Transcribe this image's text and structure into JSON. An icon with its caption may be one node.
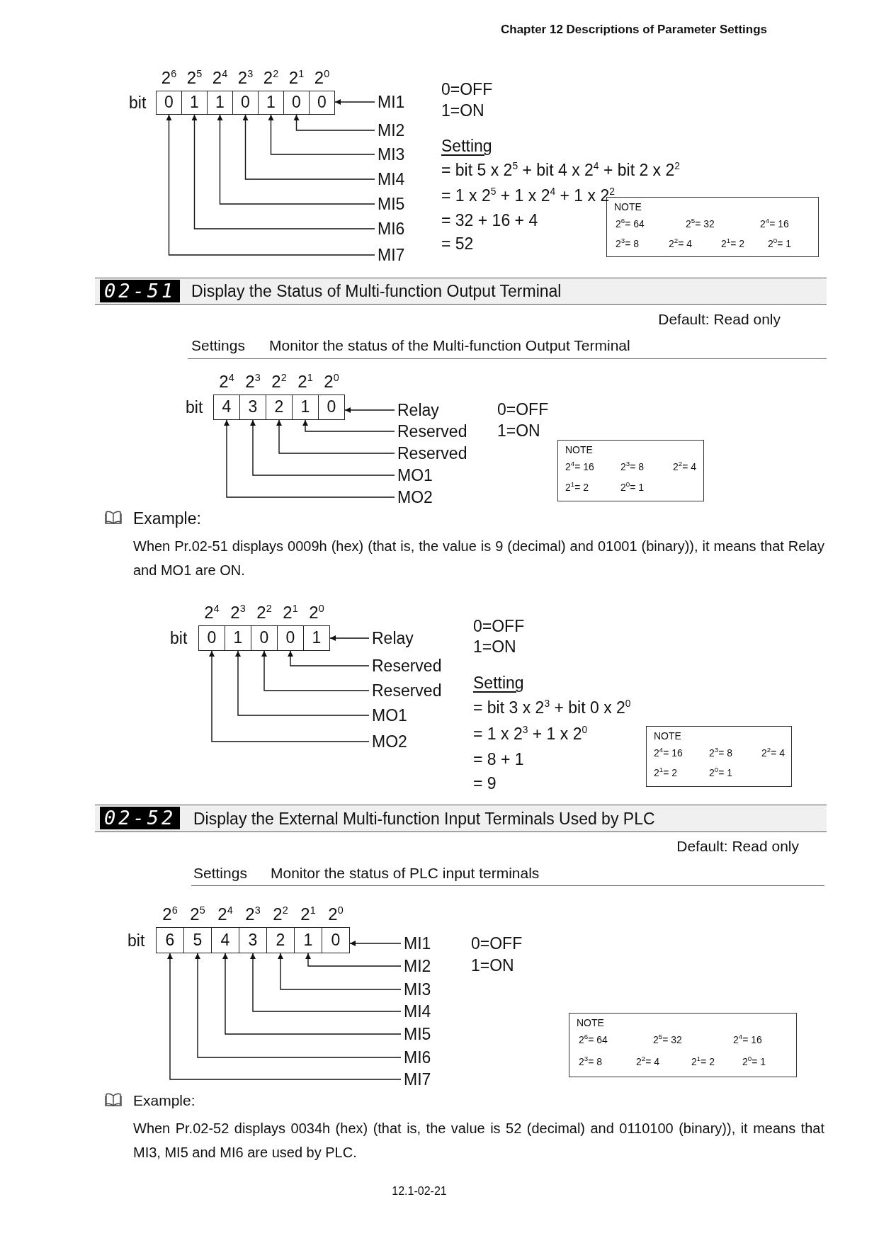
{
  "diagram": {
    "title": "Chapter 12 Descriptions of Parameter Settings",
    "nodes": [
      {
        "text": [
          "0"
        ]
      },
      {
        "text": [
          "1"
        ]
      },
      {
        "text": [
          "1"
        ]
      },
      {
        "text": [
          "0"
        ]
      },
      {
        "text": [
          "1"
        ]
      },
      {
        "text": [
          "0"
        ]
      },
      {
        "text": [
          "0"
        ]
      },
      {
        "text": [
          "MI1"
        ]
      },
      {
        "text": [
          "MI2"
        ]
      },
      {
        "text": [
          "MI3"
        ]
      },
      {
        "text": [
          "MI4"
        ]
      },
      {
        "text": [
          "MI5"
        ]
      },
      {
        "text": [
          "MI6"
        ]
      },
      {
        "text": [
          "MI7"
        ]
      },
      {
        "text": [
          "NOTE",
          "2$^{6}$= 64",
          "2$^{5}$= 32",
          "2$^{4}$= 16",
          "2$^{3}$= 8",
          "2$^{2}$= 4",
          "2$^{1}$= 2",
          "2$^{0}$= 1"
        ]
      },
      {
        "text": [
          "4"
        ]
      },
      {
        "text": [
          "3"
        ]
      },
      {
        "text": [
          "2"
        ]
      },
      {
        "text": [
          "1"
        ]
      },
      {
        "text": [
          "0"
        ]
      },
      {
        "text": [
          "Relay"
        ]
      },
      {
        "text": [
          "Reserved"
        ]
      },
      {
        "text": [
          "Reserved"
        ]
      },
      {
        "text": [
          "MO1"
        ]
      },
      {
        "text": [
          "MO2"
        ]
      },
      {
        "text": [
          "NOTE",
          "2$^{4}$= 16",
          "2$^{3}$= 8",
          "2$^{2}$= 4",
          "2$^{1}$= 2",
          "2$^{0}$= 1"
        ]
      },
      {
        "text": [
          "0"
        ]
      },
      {
        "text": [
          "1"
        ]
      },
      {
        "text": [
          "0"
        ]
      },
      {
        "text": [
          "0"
        ]
      },
      {
        "text": [
          "1"
        ]
      },
      {
        "text": [
          "Relay"
        ]
      },
      {
        "text": [
          "Reserved"
        ]
      },
      {
        "text": [
          "Reserved"
        ]
      },
      {
        "text": [
          "MO1"
        ]
      },
      {
        "text": [
          "MO2"
        ]
      },
      {
        "text": [
          "NOTE",
          "2$^{4}$= 16",
          "2$^{3}$= 8",
          "2$^{2}$= 4",
          "2$^{1}$= 2",
          "2$^{0}$= 1"
        ]
      },
      {
        "text": [
          "6"
        ]
      },
      {
        "text": [
          "5"
        ]
      },
      {
        "text": [
          "4"
        ]
      },
      {
        "text": [
          "3"
        ]
      },
      {
        "text": [
          "2"
        ]
      },
      {
        "text": [
          "1"
        ]
      },
      {
        "text": [
          "0"
        ]
      },
      {
        "text": [
          "MI1"
        ]
      },
      {
        "text": [
          "MI2"
        ]
      },
      {
        "text": [
          "MI3"
        ]
      },
      {
        "text": [
          "MI4"
        ]
      },
      {
        "text": [
          "MI5"
        ]
      },
      {
        "text": [
          "MI6"
        ]
      },
      {
        "text": [
          "MI7"
        ]
      },
      {
        "text": [
          "NOTE",
          "2$^{6}$= 64",
          "2$^{5}$= 32",
          "2$^{4}$= 16",
          "2$^{3}$= 8",
          "2$^{2}$= 4",
          "2$^{1}$= 2",
          "2$^{0}$= 1"
        ]
      }
    ],
    "edges": [
      {
        "from": 7,
        "to": 6,
        "arrow": "to"
      },
      {
        "from": 8,
        "to": 5,
        "arrow": "to"
      },
      {
        "from": 9,
        "to": 4,
        "arrow": "to"
      },
      {
        "from": 10,
        "to": 3,
        "arrow": "to"
      },
      {
        "from": 11,
        "to": 2,
        "arrow": "to"
      },
      {
        "from": 12,
        "to": 1,
        "arrow": "to"
      },
      {
        "from": 13,
        "to": 0,
        "arrow": "to"
      },
      {
        "from": 20,
        "to": 19,
        "arrow": "to"
      },
      {
        "from": 21,
        "to": 18,
        "arrow": "to"
      },
      {
        "from": 22,
        "to": 17,
        "arrow": "to"
      },
      {
        "from": 23,
        "to": 16,
        "arrow": "to"
      },
      {
        "from": 24,
        "to": 15,
        "arrow": "to"
      },
      {
        "from": 31,
        "to": 30,
        "arrow": "to"
      },
      {
        "from": 32,
        "to": 29,
        "arrow": "to"
      },
      {
        "from": 33,
        "to": 28,
        "arrow": "to"
      },
      {
        "from": 34,
        "to": 27,
        "arrow": "to"
      },
      {
        "from": 35,
        "to": 26,
        "arrow": "to"
      },
      {
        "from": 44,
        "to": 43,
        "arrow": "to"
      },
      {
        "from": 45,
        "to": 42,
        "arrow": "to"
      },
      {
        "from": 46,
        "to": 41,
        "arrow": "to"
      },
      {
        "from": 47,
        "to": 40,
        "arrow": "to"
      },
      {
        "from": 48,
        "to": 39,
        "arrow": "to"
      },
      {
        "from": 49,
        "to": 38,
        "arrow": "to"
      },
      {
        "from": 50,
        "to": 37,
        "arrow": "to"
      }
    ],
    "labels": [
      "2$^{6}$",
      "2$^{5}$",
      "2$^{4}$",
      "2$^{3}$",
      "2$^{2}$",
      "2$^{1}$",
      "2$^{0}$",
      "bit",
      "0=OFF",
      "1=ON",
      "Setting",
      "= bit 5 x 2$^{5}$ + bit 4 x 2$^{4}$ + bit 2 x 2$^{2}$",
      "= 1 x 2$^{5}$ + 1 x 2$^{4}$ + 1 x 2$^{2}$",
      "= 32 + 16 + 4",
      "= 52",
      "02-51",
      "Display the Status of Multi-function Output Terminal",
      "Default: Read only",
      "Settings",
      "Monitor the status of the Multi-function Output Terminal",
      "2$^{4}$",
      "2$^{3}$",
      "2$^{2}$",
      "2$^{1}$",
      "2$^{0}$",
      "bit",
      "0=OFF",
      "1=ON",
      "Example:",
      "When Pr.02-51 displays 0009h (hex) (that is, the value is 9 (decimal) and 01001 (binary)), it means that Relay and MO1 are ON.",
      "2$^{4}$",
      "2$^{3}$",
      "2$^{2}$",
      "2$^{1}$",
      "2$^{0}$",
      "bit",
      "0=OFF",
      "1=ON",
      "Setting",
      "= bit 3 x 2$^{3}$ + bit 0 x 2$^{0}$",
      "= 1 x 2$^{3}$ + 1 x 2$^{0}$",
      "= 8 + 1",
      "= 9",
      "02-52",
      "Display the External Multi-function Input Terminals Used by PLC",
      "Default: Read only",
      "Settings",
      "Monitor the status of PLC input terminals",
      "2$^{6}$",
      "2$^{5}$",
      "2$^{4}$",
      "2$^{3}$",
      "2$^{2}$",
      "2$^{1}$",
      "2$^{0}$",
      "bit",
      "0=OFF",
      "1=ON",
      "Example:",
      "When Pr.02-52 displays 0034h (hex) (that is, the value is 52 (decimal) and 0110100 (binary)), it means that MI3, MI5 and MI6 are used by PLC.",
      "12.1-02-21"
    ]
  }
}
